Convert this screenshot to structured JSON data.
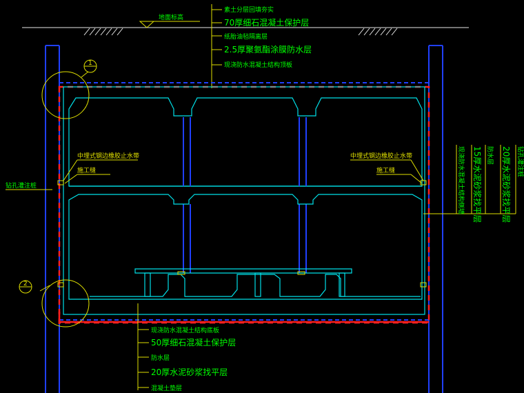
{
  "ground": {
    "surface_label": "地面标高"
  },
  "roof_layers": [
    "素土分层回填夯实",
    "70厚细石混凝土保护层",
    "纸胎油毡隔离层",
    "2.5厚聚氨酯涂膜防水层",
    "现浇防水混凝土结构顶板"
  ],
  "wall_left": {
    "pile_label": "钻孔灌注桩",
    "waterstop_label": "中埋式钢边橡胶止水带",
    "joint_label": "施工缝"
  },
  "wall_right": {
    "waterstop_label": "中埋式钢边橡胶止水带",
    "joint_label": "施工缝"
  },
  "side_layers": [
    "现浇防水混凝土结构侧墙",
    "15厚水泥砂浆找平层",
    "防水层",
    "20厚水泥砂浆找平层",
    "钻孔灌注桩"
  ],
  "floor_layers": [
    "现浇防水混凝土结构底板",
    "50厚细石混凝土保护层",
    "防水层",
    "20厚水泥砂浆找平层",
    "混凝土垫层"
  ],
  "detail_markers": [
    "1",
    "2"
  ],
  "colors": {
    "background": "#000000",
    "structure": "#00e0e8",
    "pile": "#2040ff",
    "waterproof": "#ff2020",
    "leader": "#e0e000",
    "annotation": "#00ff00"
  }
}
